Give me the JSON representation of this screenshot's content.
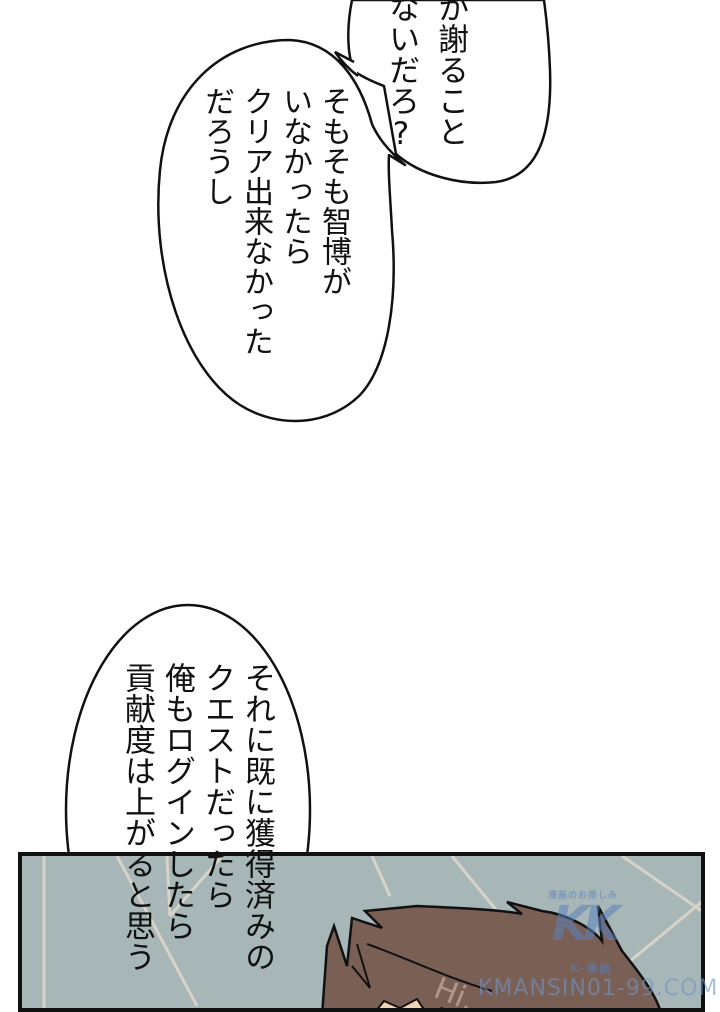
{
  "page": {
    "type": "manga-page",
    "background_color": "#ffffff"
  },
  "bubbles": [
    {
      "id": "bubble-1",
      "position": "top-right (cut off at top)",
      "lines": [
        "か謝ること",
        "ないだろ?"
      ]
    },
    {
      "id": "bubble-2",
      "position": "upper-left",
      "lines": [
        "そもそも智博が",
        "いなかったら",
        "クリア出来なかった",
        "だろうし"
      ]
    },
    {
      "id": "bubble-3",
      "position": "lower-left",
      "lines": [
        "それに既に獲得済みの",
        "クエストだったら",
        "俺もログインしたら",
        "貢献度は上がると思う"
      ]
    }
  ],
  "panel": {
    "background_color": "#a7b6b6",
    "border_color": "#111111",
    "hair_color": "#7a5f55",
    "skin_color": "#f3d1b3",
    "sfx_text": "Hi....",
    "sfx_color": "#b0978a"
  },
  "watermark": {
    "top_text": "漫画のお楽しみ",
    "logo": "KK",
    "sub_text": "K-漫画",
    "url": "KMANSIN01-99.COM",
    "color": "#5a82be"
  }
}
